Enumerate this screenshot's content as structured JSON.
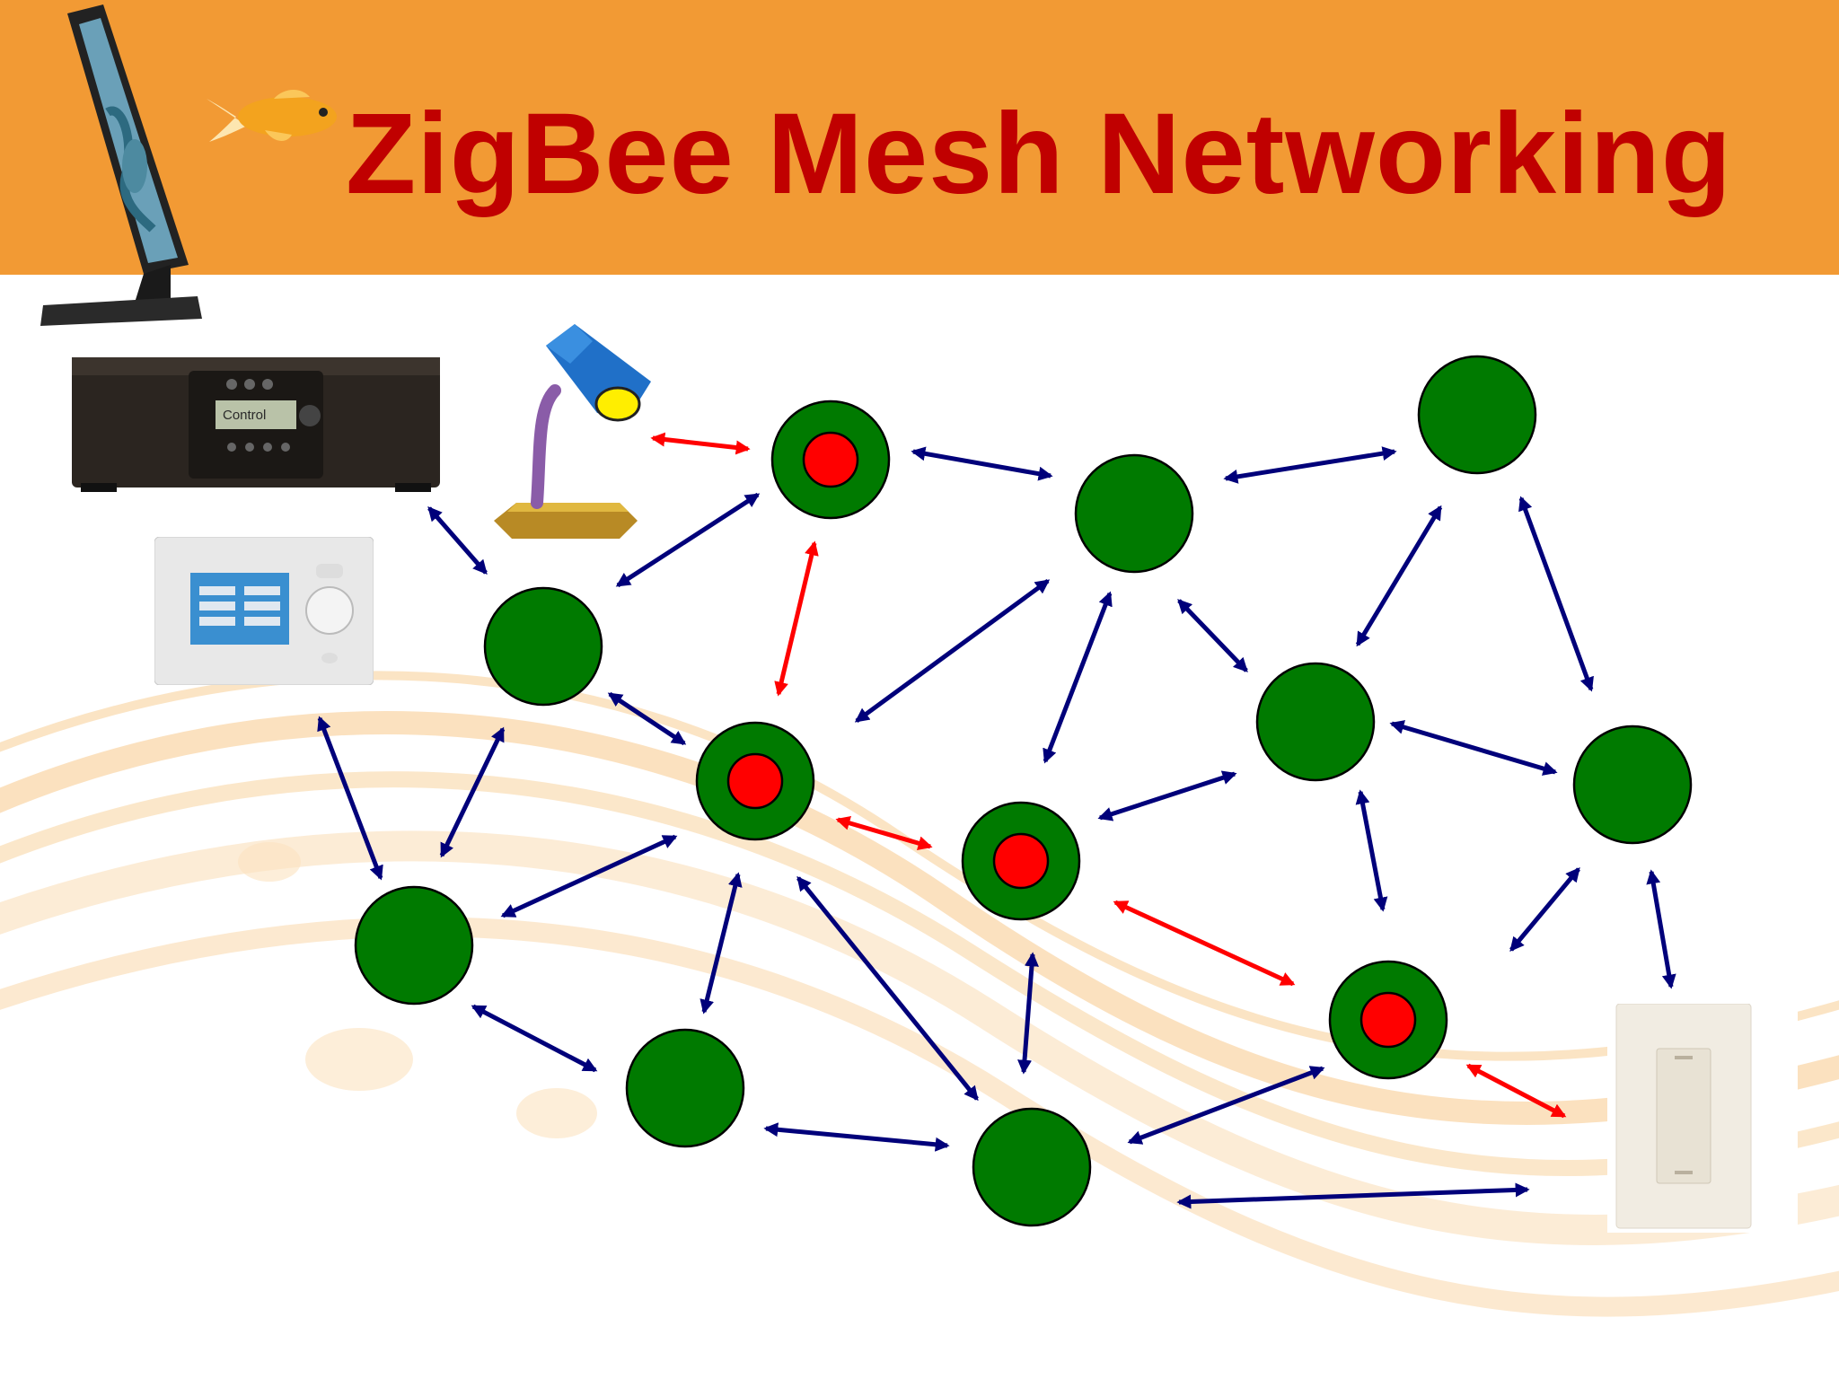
{
  "slide": {
    "title": "ZigBee Mesh Networking",
    "colors": {
      "header_band": "#f29a34",
      "title_text": "#c00000",
      "node_fill": "#007a00",
      "node_core": "#ff0000",
      "link_blue": "#00007a",
      "link_red": "#ff0000",
      "wave": "#f7c98a"
    }
  },
  "devices": {
    "monitor": "monitor-with-fish",
    "fish": "goldfish",
    "controller": {
      "icon": "av-controller",
      "display_text": "Control"
    },
    "touch_panel": "wall-touch-panel",
    "lamp": "desk-lamp",
    "switch": "light-switch"
  }
}
